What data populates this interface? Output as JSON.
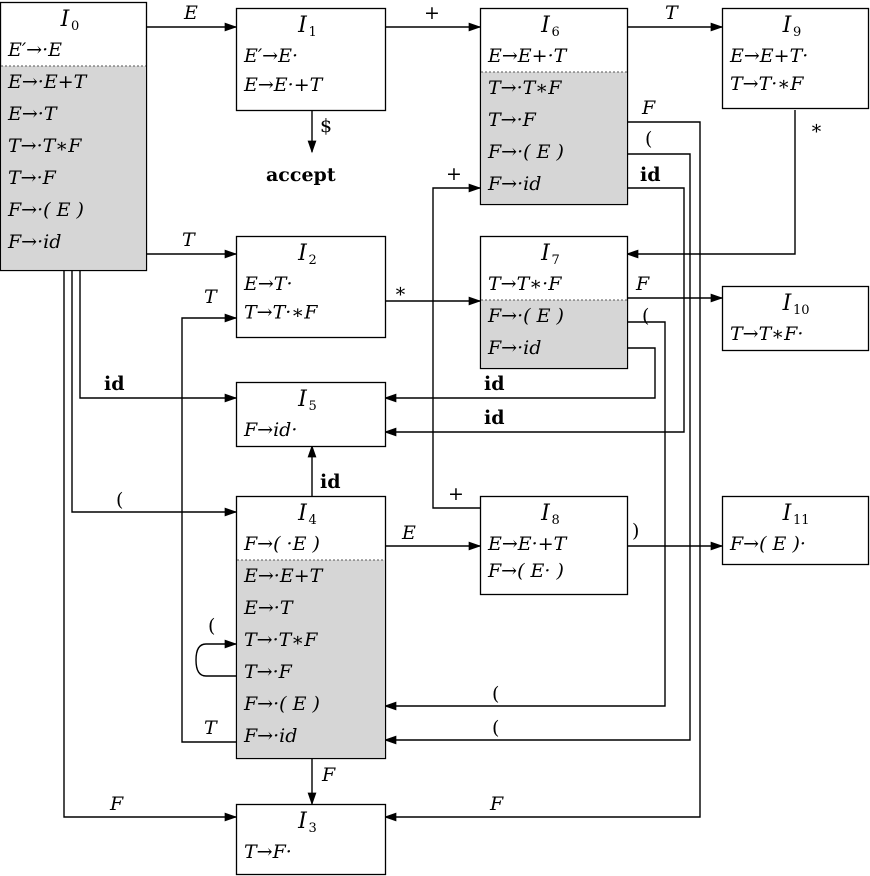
{
  "states": [
    {
      "id": "I0",
      "sub": "0",
      "kernel": [
        "E′→·E"
      ],
      "closure": [
        "E→·E+T",
        "E→·T",
        "T→·T∗F",
        "T→·F",
        "F→·( E )",
        "F→·id"
      ]
    },
    {
      "id": "I1",
      "sub": "1",
      "kernel": [
        "E′→E·",
        "E→E·+T"
      ],
      "closure": []
    },
    {
      "id": "I2",
      "sub": "2",
      "kernel": [
        "E→T·",
        "T→T·∗F"
      ],
      "closure": []
    },
    {
      "id": "I3",
      "sub": "3",
      "kernel": [
        "T→F·"
      ],
      "closure": []
    },
    {
      "id": "I4",
      "sub": "4",
      "kernel": [
        "F→( ·E )"
      ],
      "closure": [
        "E→·E+T",
        "E→·T",
        "T→·T∗F",
        "T→·F",
        "F→·( E )",
        "F→·id"
      ]
    },
    {
      "id": "I5",
      "sub": "5",
      "kernel": [
        "F→id·"
      ],
      "closure": []
    },
    {
      "id": "I6",
      "sub": "6",
      "kernel": [
        "E→E+·T"
      ],
      "closure": [
        "T→·T∗F",
        "T→·F",
        "F→·( E )",
        "F→·id"
      ]
    },
    {
      "id": "I7",
      "sub": "7",
      "kernel": [
        "T→T∗·F"
      ],
      "closure": [
        "F→·( E )",
        "F→·id"
      ]
    },
    {
      "id": "I8",
      "sub": "8",
      "kernel": [
        "E→E·+T",
        "F→( E· )"
      ],
      "closure": []
    },
    {
      "id": "I9",
      "sub": "9",
      "kernel": [
        "E→E+T·",
        "T→T·∗F"
      ],
      "closure": []
    },
    {
      "id": "I10",
      "sub": "10",
      "kernel": [
        "T→T∗F·"
      ],
      "closure": []
    },
    {
      "id": "I11",
      "sub": "11",
      "kernel": [
        "F→( E )·"
      ],
      "closure": []
    }
  ],
  "header_letter": "I",
  "accept_label": "accept",
  "accept_symbol": "$",
  "edge_labels": [
    {
      "id": "e-I0-I1",
      "text": "E"
    },
    {
      "id": "e-I1-I6",
      "text": "+"
    },
    {
      "id": "e-I6-I9",
      "text": "T"
    },
    {
      "id": "e-I0-I2",
      "text": "T"
    },
    {
      "id": "e-I4-I2",
      "text": "T"
    },
    {
      "id": "e-I2-I7",
      "text": "∗"
    },
    {
      "id": "e-I9-I7",
      "text": "∗"
    },
    {
      "id": "e-I7-I10",
      "text": "F"
    },
    {
      "id": "e-I6-I3",
      "text": "F"
    },
    {
      "id": "e-I6-I4",
      "text": "("
    },
    {
      "id": "e-I6-I5",
      "text": "id"
    },
    {
      "id": "e-I8-I6",
      "text": "+"
    },
    {
      "id": "e-I8-I6b",
      "text": "+"
    },
    {
      "id": "e-I7-I4",
      "text": "("
    },
    {
      "id": "e-I0-I5",
      "text": "id"
    },
    {
      "id": "e-I7-I5",
      "text": "id"
    },
    {
      "id": "e-I6-I5b",
      "text": "id"
    },
    {
      "id": "e-I4-I5",
      "text": "id"
    },
    {
      "id": "e-I0-I4",
      "text": "("
    },
    {
      "id": "e-I4-I8",
      "text": "E"
    },
    {
      "id": "e-I8-I11",
      "text": ")"
    },
    {
      "id": "e-I4-I4",
      "text": "("
    },
    {
      "id": "e-I7-I4b",
      "text": "("
    },
    {
      "id": "e-I6-I4b",
      "text": "("
    },
    {
      "id": "e-I4-I2b",
      "text": "T"
    },
    {
      "id": "e-I4-I3",
      "text": "F"
    },
    {
      "id": "e-I0-I3",
      "text": "F"
    },
    {
      "id": "e-I6-I3b",
      "text": "F"
    }
  ]
}
